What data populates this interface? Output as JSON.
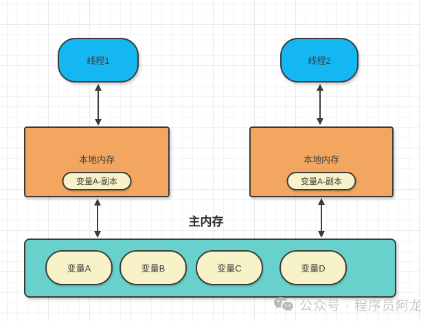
{
  "diagram": {
    "threads": [
      {
        "label": "线程1"
      },
      {
        "label": "线程2"
      }
    ],
    "local_memories": [
      {
        "label": "本地内存",
        "copy_variable": "变量A-副本"
      },
      {
        "label": "本地内存",
        "copy_variable": "变量A-副本"
      }
    ],
    "main_memory": {
      "title": "主内存",
      "variables": [
        "变量A",
        "变量B",
        "变量C",
        "变量D"
      ]
    },
    "colors": {
      "thread_fill": "#14b7f2",
      "local_fill": "#f2a65f",
      "main_fill": "#69d1cc",
      "variable_fill": "#f8f2c8",
      "border": "#3a3a3a",
      "text": "#3d3d3d"
    }
  },
  "watermark": {
    "icon": "wechat-icon",
    "text": "公众号 · 程序员阿龙",
    "color": "#c9c9c9"
  }
}
